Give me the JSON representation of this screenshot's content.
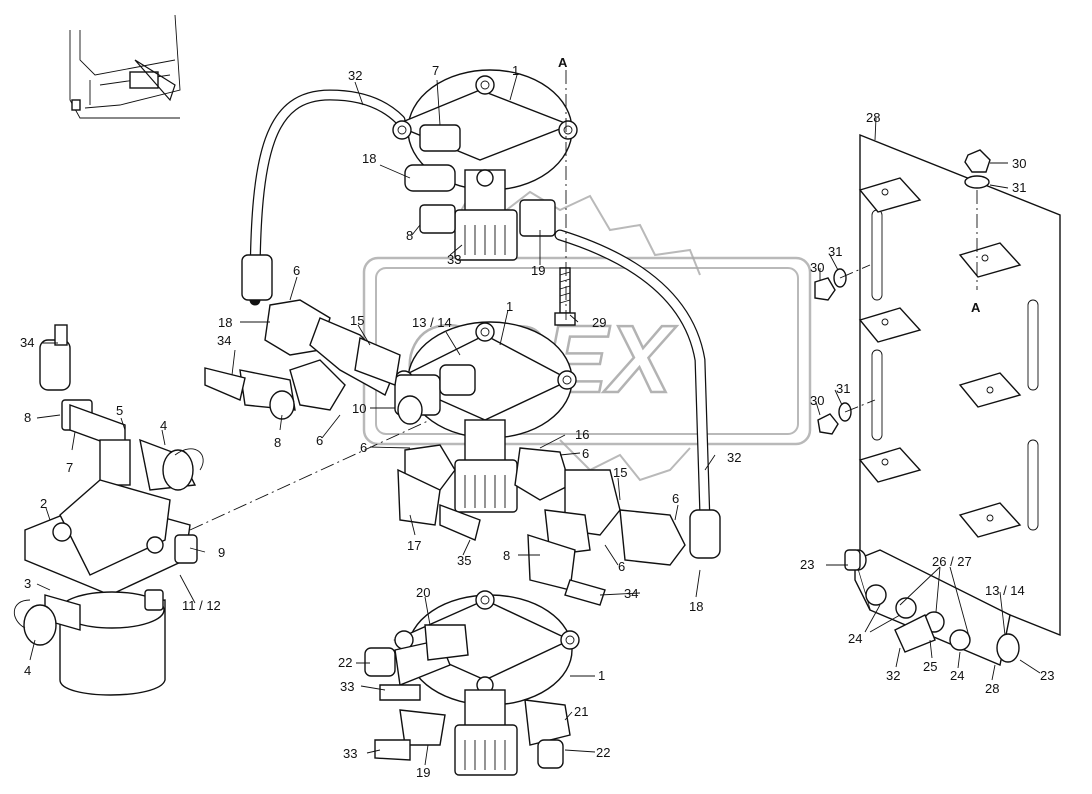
{
  "watermark": {
    "text": "OPEX"
  },
  "colors": {
    "line": "#111111",
    "background": "#ffffff",
    "watermark": "#a8a8a8"
  },
  "labels": {
    "l32a": "32",
    "l7a": "7",
    "l1a": "1",
    "lAa": "A",
    "l18a": "18",
    "l8a": "8",
    "l33a": "33",
    "l19a": "19",
    "l6a": "6",
    "l18b": "18",
    "l15a": "15",
    "l1314a": "13 / 14",
    "l1b": "1",
    "l29": "29",
    "l34a": "34",
    "l34b": "34",
    "l8b": "8",
    "l5": "5",
    "l4a": "4",
    "l7b": "7",
    "l8c": "8",
    "l10": "10",
    "l6b": "6",
    "l6c": "6",
    "l16": "16",
    "l6d": "6",
    "l15b": "15",
    "l32b": "32",
    "l2": "2",
    "l9": "9",
    "l1112": "11 / 12",
    "l3": "3",
    "l4b": "4",
    "l17": "17",
    "l35": "35",
    "l6e": "6",
    "l8d": "8",
    "l6f": "6",
    "l34c": "34",
    "l18c": "18",
    "l28a": "28",
    "l30a": "30",
    "l31a": "31",
    "l31b": "31",
    "l30b": "30",
    "lAb": "A",
    "l31c": "31",
    "l30c": "30",
    "l23a": "23",
    "l2627": "26 / 27",
    "l1314b": "13 / 14",
    "l24a": "24",
    "l32c": "32",
    "l25": "25",
    "l24b": "24",
    "l28b": "28",
    "l23b": "23",
    "l20": "20",
    "l22a": "22",
    "l33b": "33",
    "l1c": "1",
    "l21": "21",
    "l33c": "33",
    "l22b": "22",
    "l19b": "19"
  }
}
